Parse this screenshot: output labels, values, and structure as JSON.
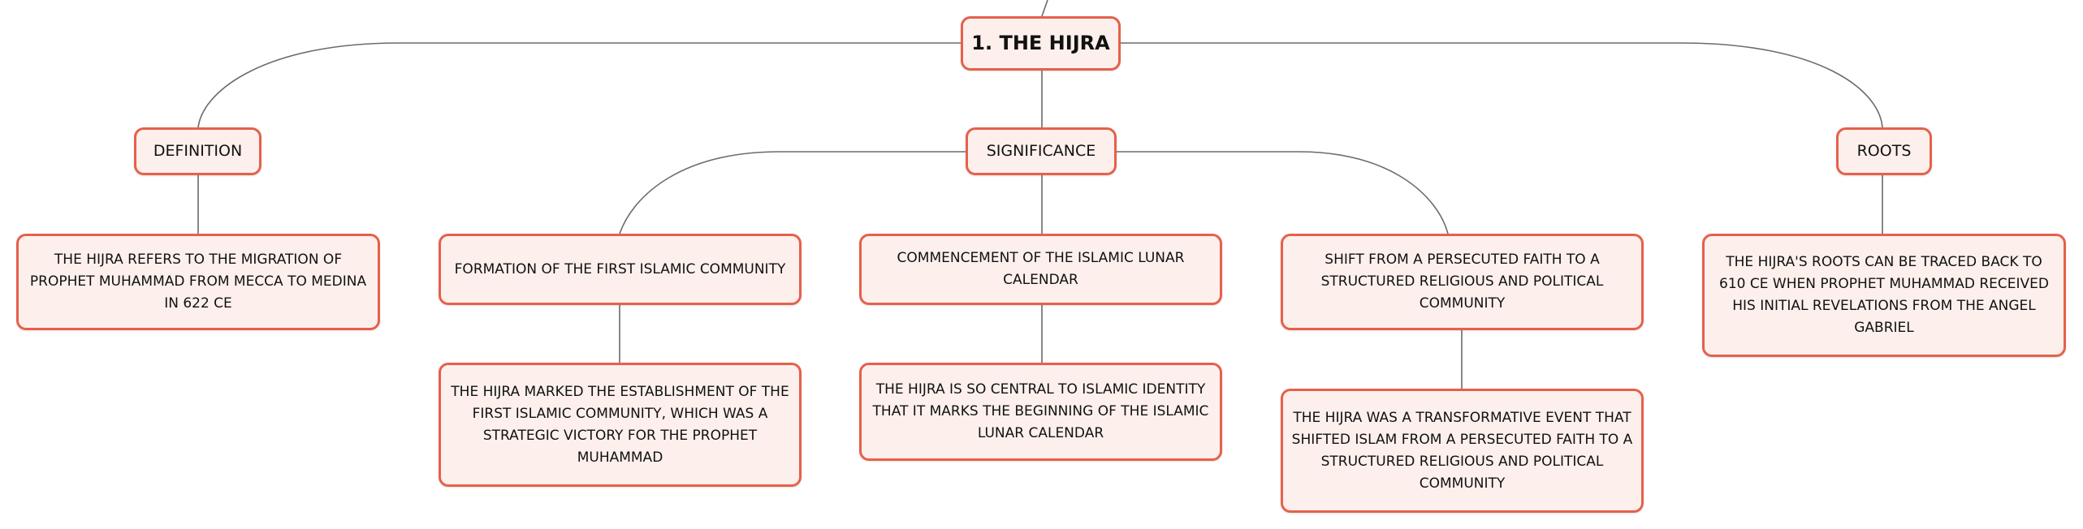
{
  "root": {
    "label": "1. THE HIJRA"
  },
  "branches": [
    {
      "label": "DEFINITION",
      "children": [
        {
          "label": "THE HIJRA REFERS TO THE MIGRATION OF PROPHET MUHAMMAD FROM MECCA TO MEDINA IN 622 CE"
        }
      ]
    },
    {
      "label": "SIGNIFICANCE",
      "children": [
        {
          "label": "FORMATION OF THE FIRST ISLAMIC COMMUNITY",
          "detail": "THE HIJRA MARKED THE ESTABLISHMENT OF THE FIRST ISLAMIC COMMUNITY, WHICH WAS A STRATEGIC VICTORY FOR THE PROPHET MUHAMMAD"
        },
        {
          "label": "COMMENCEMENT OF THE ISLAMIC LUNAR CALENDAR",
          "detail": "THE HIJRA IS SO CENTRAL TO ISLAMIC IDENTITY THAT IT MARKS THE BEGINNING OF THE ISLAMIC LUNAR CALENDAR"
        },
        {
          "label": "SHIFT FROM A PERSECUTED FAITH TO A STRUCTURED RELIGIOUS AND POLITICAL COMMUNITY",
          "detail": "THE HIJRA WAS A TRANSFORMATIVE EVENT THAT SHIFTED ISLAM FROM A PERSECUTED FAITH TO A STRUCTURED RELIGIOUS AND POLITICAL COMMUNITY"
        }
      ]
    },
    {
      "label": "ROOTS",
      "children": [
        {
          "label": "THE HIJRA'S ROOTS CAN BE TRACED BACK TO 610 CE WHEN PROPHET MUHAMMAD RECEIVED HIS INITIAL REVELATIONS FROM THE ANGEL GABRIEL"
        }
      ]
    }
  ],
  "colors": {
    "node_fill": "#fdf0ec",
    "node_border": "#e6604b",
    "connector": "#6b6b6b"
  }
}
